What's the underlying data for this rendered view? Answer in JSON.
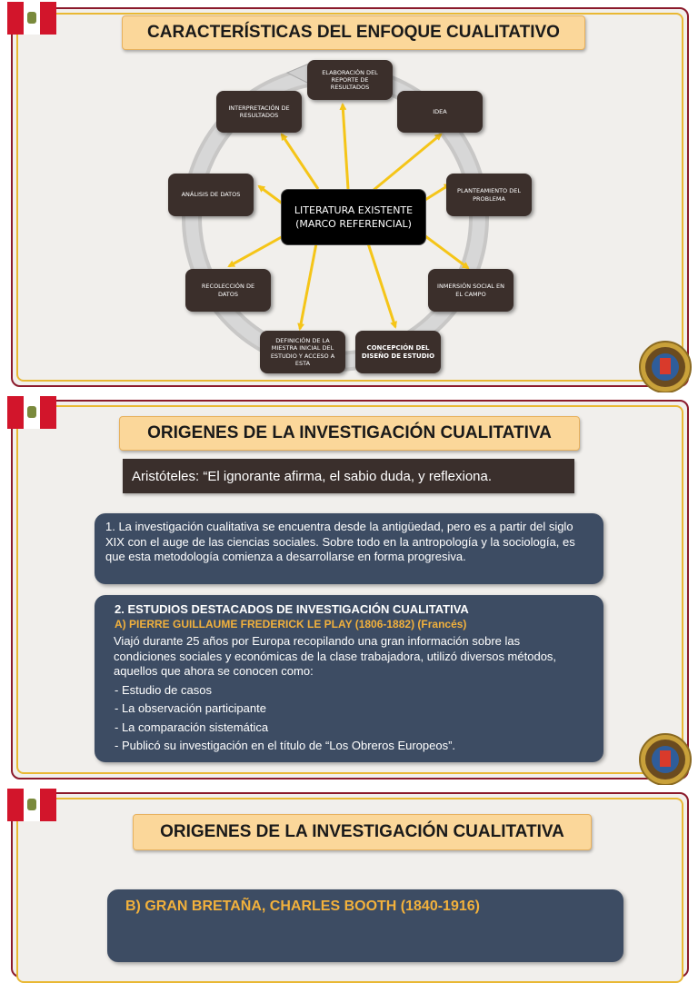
{
  "slide1": {
    "title": "CARACTERÍSTICAS DEL ENFOQUE CUALITATIVO",
    "center_line1": "LITERATURA EXISTENTE",
    "center_line2": "(MARCO REFERENCIAL)",
    "nodes": {
      "elaboracion": "ELABORACIÓN DEL REPORTE DE RESULTADOS",
      "idea": "IDEA",
      "planteamiento": "PLANTEAMIENTO DEL PROBLEMA",
      "inmersion": "INMERSIÓN SOCIAL EN EL CAMPO",
      "concepcion": "CONCEPCIÓN DEL DISEÑO DE ESTUDIO",
      "definicion": "DEFINICIÓN DE LA MIESTRA INICIAL DEL ESTUDIO Y ACCESO A ESTA",
      "recoleccion": "RECOLECCIÓN DE DATOS",
      "analisis": "ANÁLISIS DE DATOS",
      "interpretacion": "INTERPRETACIÓN DE RESULTADOS"
    },
    "colors": {
      "arrow": "#f5c518",
      "node": "#3b2f2b",
      "cycle": "#c9c9c9"
    }
  },
  "slide2": {
    "title": "ORIGENES DE LA INVESTIGACIÓN CUALITATIVA",
    "quote": "Aristóteles: “El ignorante afirma, el sabio duda, y reflexiona.",
    "para1": "1. La investigación cualitativa se encuentra desde la antigüedad, pero es a partir del siglo XIX con el auge de las ciencias sociales. Sobre todo en la antropología y la sociología, es que esta metodología comienza a desarrollarse en forma progresiva.",
    "heading": "2. ESTUDIOS DESTACADOS DE INVESTIGACIÓN CUALITATIVA",
    "subheading": "A) PIERRE GUILLAUME FREDERICK LE PLAY (1806-1882) (Francés)",
    "body": "Viajó durante 25 años por Europa recopilando una gran información sobre las condiciones sociales y económicas de la clase trabajadora, utilizó diversos métodos, aquellos que ahora se conocen como:",
    "items": [
      "- Estudio de casos",
      "- La observación participante",
      "- La comparación sistemática",
      "- Publicó su investigación en el título de “Los Obreros Europeos”."
    ]
  },
  "slide3": {
    "title": "ORIGENES DE LA INVESTIGACIÓN CUALITATIVA",
    "heading": "B) GRAN BRETAÑA, CHARLES BOOTH (1840-1916)"
  }
}
